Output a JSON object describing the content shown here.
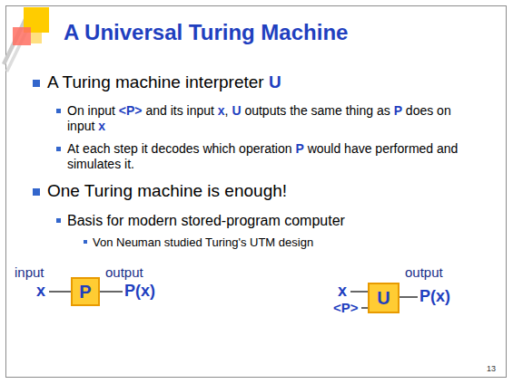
{
  "diagram": {
    "title": "A Universal Turing Machine",
    "nodes": [
      {
        "text": [
          "P"
        ]
      },
      {
        "text": [
          "U"
        ]
      }
    ],
    "labels": [
      "A Turing machine interpreter",
      "U",
      "On input",
      "<P>",
      "and its input",
      "x",
      ",",
      "U",
      "outputs the same thing as",
      "P",
      "does on input",
      "x",
      "At each step it decodes which operation",
      "P",
      "would have performed and simulates it.",
      "One Turing machine is enough!",
      "Basis for modern stored-program computer",
      "Von Neuman studied Turing's UTM design",
      "input",
      "x",
      "output",
      "P(x)",
      "x",
      "<P>",
      "output",
      "P(x)",
      "13"
    ]
  }
}
